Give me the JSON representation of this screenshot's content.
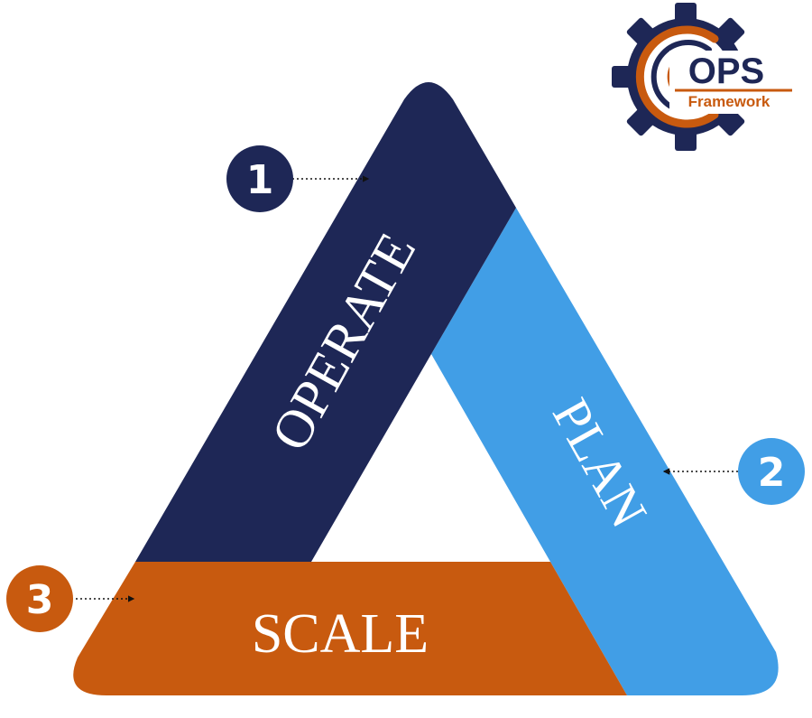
{
  "logo": {
    "text_main": "OPS",
    "text_sub": "Framework",
    "icon": "gear-icon"
  },
  "segments": [
    {
      "id": "operate",
      "number": "1",
      "label": "OPERATE",
      "color": "#1e2756"
    },
    {
      "id": "plan",
      "number": "2",
      "label": "PLAN",
      "color": "#419ee6"
    },
    {
      "id": "scale",
      "number": "3",
      "label": "SCALE",
      "color": "#c85a0f"
    }
  ],
  "colors": {
    "navy": "#1e2756",
    "sky": "#419ee6",
    "orange": "#c85a0f",
    "white": "#ffffff"
  }
}
